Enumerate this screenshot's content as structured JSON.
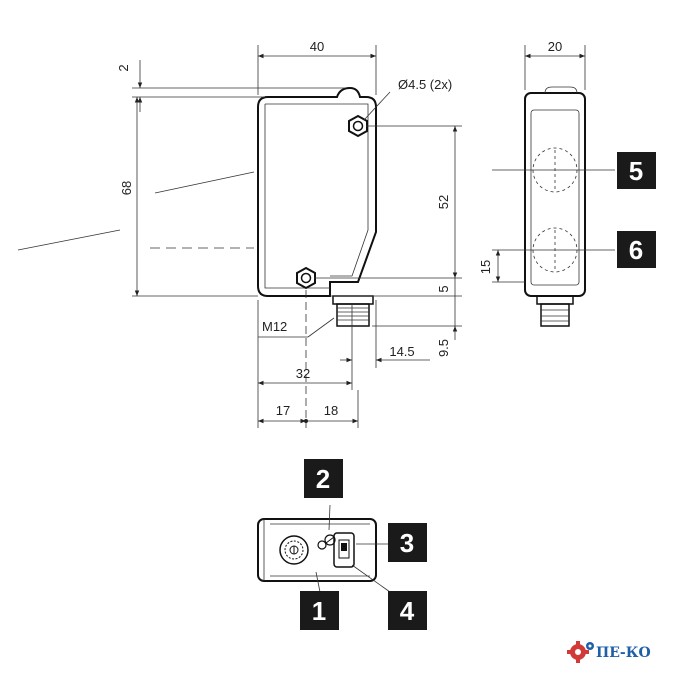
{
  "dimensions": {
    "width_40": "40",
    "depth_20": "20",
    "offset_2": "2",
    "height_68": "68",
    "hole_spacing_52": "52",
    "connector_5": "5",
    "lens_15": "15",
    "connector_9_5": "9.5",
    "connector_14_5": "14.5",
    "axis_32": "32",
    "axis_17": "17",
    "axis_18": "18",
    "hole_label": "Ø4.5 (2x)",
    "thread_label": "M12"
  },
  "callouts": {
    "c1": "1",
    "c2": "2",
    "c3": "3",
    "c4": "4",
    "c5": "5",
    "c6": "6"
  },
  "logo": {
    "text": "ПЕ-КО",
    "color": "#1e5fa8",
    "gear_color": "#d23a3a"
  },
  "colors": {
    "line": "#111111",
    "badge": "#1a1a1a"
  }
}
